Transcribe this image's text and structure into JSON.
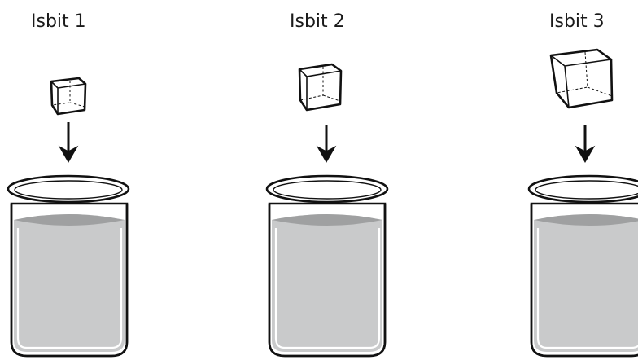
{
  "figure": {
    "panels": [
      {
        "label": "Isbit 1",
        "ice_cube": "small"
      },
      {
        "label": "Isbit 2",
        "ice_cube": "medium"
      },
      {
        "label": "Isbit 3",
        "ice_cube": "large"
      }
    ],
    "colors": {
      "line": "#111111",
      "water": "#c9cacb",
      "water_surface": "#9fa0a1",
      "background": "#ffffff"
    },
    "icons": {
      "ice_cube": "ice-cube-icon",
      "arrow": "arrow-down-icon",
      "beaker": "beaker-icon"
    }
  }
}
